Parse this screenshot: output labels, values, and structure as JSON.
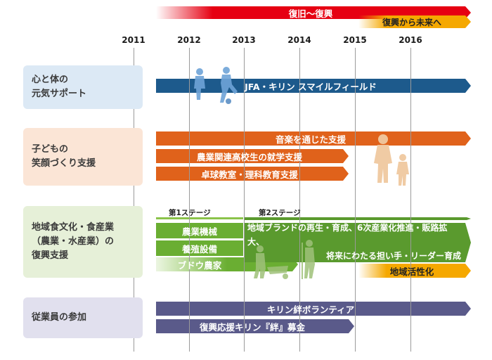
{
  "header": {
    "top_bar": "復旧〜復興",
    "future_bar": "復興から未来へ"
  },
  "years": [
    "2011",
    "2012",
    "2013",
    "2014",
    "2015",
    "2016"
  ],
  "categories": [
    {
      "line1": "心と体の",
      "line2": "元気サポート",
      "line3": ""
    },
    {
      "line1": "子どもの",
      "line2": "笑顔づくり支援",
      "line3": ""
    },
    {
      "line1": "地域食文化・食産業",
      "line2": "（農業・水産業）の",
      "line3": "復興支援"
    },
    {
      "line1": "従業員の参加",
      "line2": "",
      "line3": ""
    }
  ],
  "programs": {
    "jfa": "JFA・キリン スマイルフィールド",
    "music": "音楽を通じた支援",
    "agri_school": "農業関連高校生の就学支援",
    "pingpong": "卓球教室・理科教育支援",
    "stage1": "第1ステージ",
    "stage2": "第2ステージ",
    "machinery": "農業機械",
    "aquaculture": "養殖設備",
    "vineyard": "ブドウ農家",
    "brand_line1": "地域ブランドの再生・育成、6次産業化推進・販路拡大、",
    "brand_line2": "将来にわたる担い手・リーダー育成",
    "regional": "地域活性化",
    "volunteer": "キリン絆ボランティア",
    "fund": "復興応援キリン『絆』募金"
  },
  "colors": {
    "red": "#e60012",
    "yellow": "#f5a800",
    "blue": "#1d5a8c",
    "orange": "#e0621b",
    "green": "#5a9a2e",
    "purple": "#5a5a8a"
  }
}
